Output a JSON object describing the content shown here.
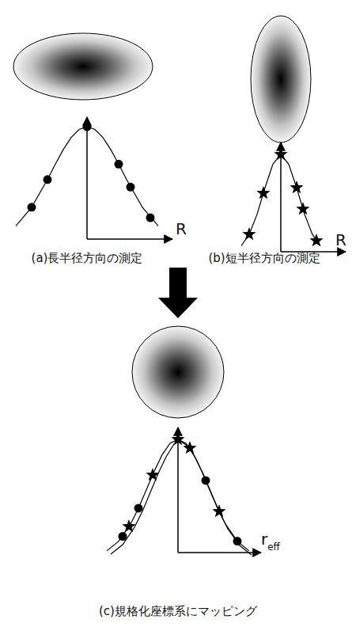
{
  "diagram": {
    "labels": [
      "R",
      "R",
      "(a)長半径方向の測定",
      "(b)短半径方向の測定",
      "r",
      "eff",
      "(c)規格化座標系にマッピング"
    ]
  }
}
